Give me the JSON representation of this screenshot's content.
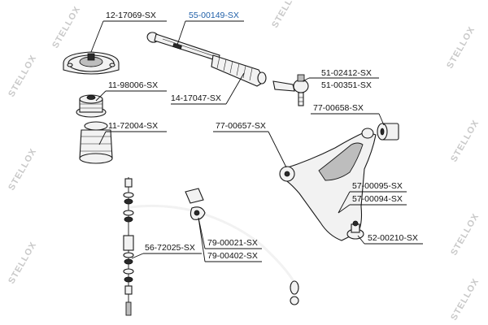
{
  "watermark": {
    "text": "STELLOX"
  },
  "colors": {
    "highlight": "#1f5fa8",
    "text": "#111111",
    "watermark": "#c9c9c9"
  },
  "labels": {
    "strut_mount": "12-17069-SX",
    "tie_rod_axial": "55-00149-SX",
    "bump_stop": "11-98006-SX",
    "dust_boot": "14-17047-SX",
    "tie_rod_end_1": "51-02412-SX",
    "tie_rod_end_2": "51-00351-SX",
    "bushing_rear": "77-00658-SX",
    "bellows": "11-72004-SX",
    "bushing_front": "77-00657-SX",
    "control_arm_1": "57-00095-SX",
    "control_arm_2": "57-00094-SX",
    "stab_link": "56-72025-SX",
    "ball_joint": "52-00210-SX",
    "stab_bushing_1": "79-00021-SX",
    "stab_bushing_2": "79-00402-SX"
  }
}
